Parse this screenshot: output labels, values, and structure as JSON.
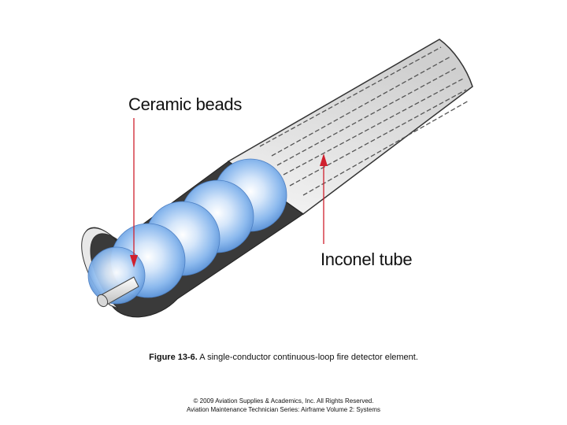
{
  "labels": {
    "beads": "Ceramic beads",
    "tube": "Inconel tube"
  },
  "caption": {
    "number": "Figure 13-6.",
    "text": " A single-conductor continuous-loop fire detector element."
  },
  "copyright": {
    "line1": "© 2009 Aviation Supplies & Academics, Inc. All Rights Reserved.",
    "line2": "Aviation Maintenance Technician Series: Airframe Volume 2: Systems"
  },
  "colors": {
    "arrow": "#d0202e",
    "bead": "#7fb0e8",
    "tube": "#e0e0e0"
  }
}
